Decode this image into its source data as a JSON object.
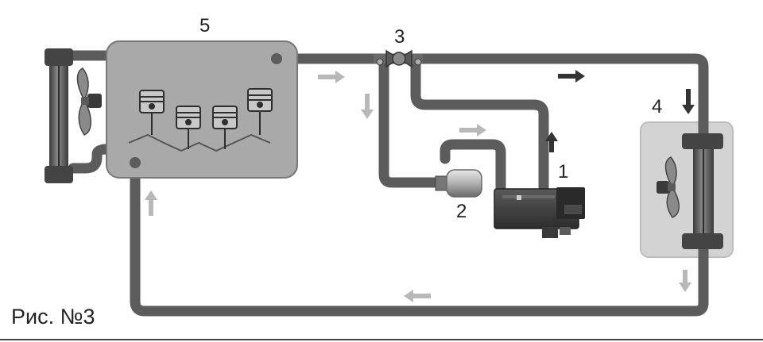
{
  "caption": "Рис. №3",
  "labels": {
    "heater": "1",
    "pump": "2",
    "valve": "3",
    "heat_exchanger": "4",
    "engine": "5"
  },
  "colors": {
    "pipe": "#5c5c5c",
    "engine_block": "#a9a9a9",
    "exchanger_panel": "#d3d3d3",
    "arrow_dark": "#333333",
    "arrow_light": "#b8b8b8",
    "component_dark": "#3e3e3e",
    "component_mid": "#7a7a7a"
  },
  "icons": [
    "fan-icon",
    "piston-icon",
    "flow-arrow-icon"
  ]
}
